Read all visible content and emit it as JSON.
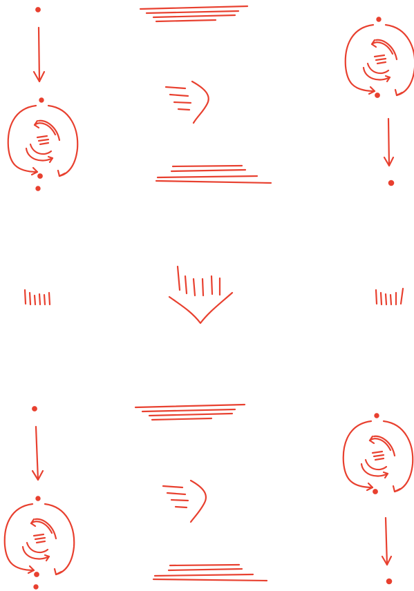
{
  "diagram": {
    "description_visible_text": [],
    "ink_color": "#e8402f",
    "rows": [
      {
        "id": "top",
        "left_cell": "clockwise-loop-downward",
        "middle_cell": "arrow-right-between-lines",
        "right_cell": "loop-then-downward"
      },
      {
        "id": "middle",
        "left_cell": "tally-marks",
        "middle_cell": "arrow-down-tally",
        "right_cell": "tally-marks"
      },
      {
        "id": "bottom",
        "left_cell": "clockwise-loop-downward",
        "middle_cell": "arrow-right-between-lines",
        "right_cell": "loop-then-downward"
      }
    ],
    "icons": [
      "dot-icon",
      "arrow-down-icon",
      "swirl-loop-icon",
      "arrow-right-icon",
      "tally-icon",
      "chevron-down-icon"
    ]
  }
}
